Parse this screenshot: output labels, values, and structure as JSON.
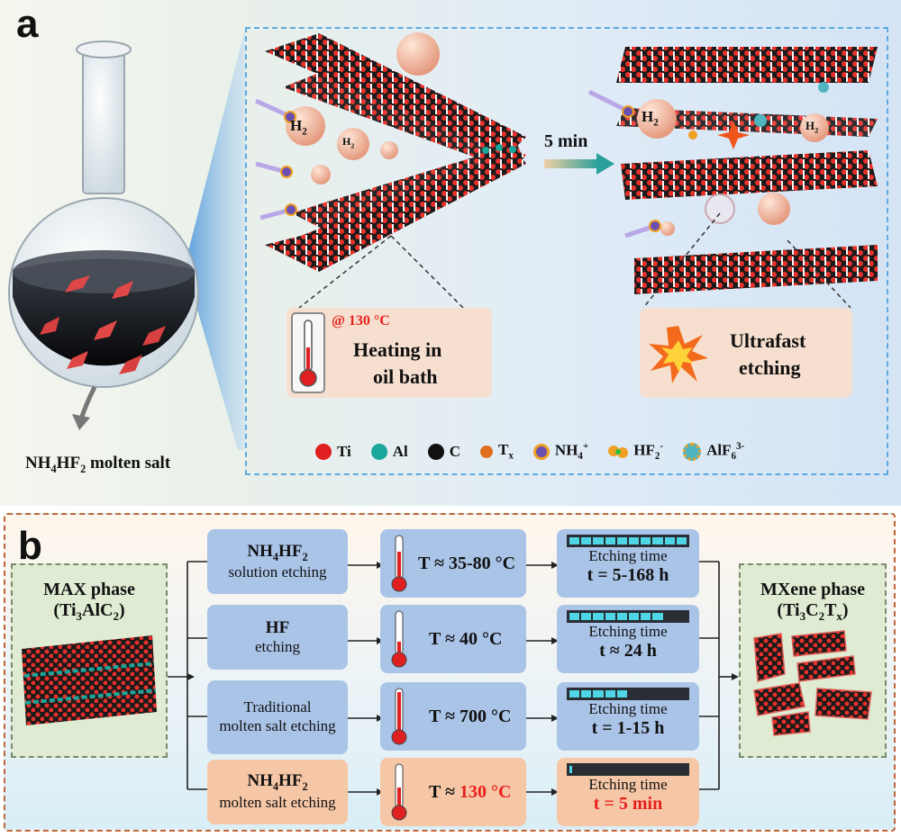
{
  "panel_a": {
    "label": "a",
    "flask_caption": "NH4HF2 molten salt",
    "arrow_label": "5 min",
    "h2_label": "H2",
    "heating": {
      "temp": "@ 130 °C",
      "line1": "Heating in",
      "line2": "oil bath"
    },
    "etching": {
      "line1": "Ultrafast",
      "line2": "etching"
    },
    "legend": [
      {
        "label": "Ti",
        "color": "#e02020"
      },
      {
        "label": "Al",
        "color": "#1aa69a"
      },
      {
        "label": "C",
        "color": "#111111"
      },
      {
        "label": "Tx",
        "color": "#e07020"
      },
      {
        "label": "NH4+",
        "color": "#6a4fb0"
      },
      {
        "label": "HF2-",
        "color": "#f0a020"
      },
      {
        "label": "AlF63-",
        "color": "#4fb5c0"
      }
    ]
  },
  "panel_b": {
    "label": "b",
    "max_phase": {
      "title": "MAX phase",
      "formula": "(Ti3AlC2)"
    },
    "mxene_phase": {
      "title": "MXene phase",
      "formula": "(Ti3C2Tx)"
    },
    "etching_label": "Etching time",
    "rows": [
      {
        "method_top": "NH4HF2",
        "method_bottom": "solution etching",
        "temp": "T ≈ 35-80 °C",
        "time": "t = 5-168 h",
        "progress": 1.0,
        "highlight": false
      },
      {
        "method_top": "HF",
        "method_bottom": "etching",
        "temp": "T ≈ 40 °C",
        "time": "t ≈ 24 h",
        "progress": 0.8,
        "highlight": false
      },
      {
        "method_top": "Traditional",
        "method_bottom": "molten salt etching",
        "temp": "T ≈ 700 °C",
        "time": "t = 1-15 h",
        "progress": 0.45,
        "highlight": false
      },
      {
        "method_top": "NH4HF2",
        "method_bottom": "molten salt etching",
        "temp_prefix": "T ≈ ",
        "temp_value": "130 °C",
        "time": "t = 5 min",
        "progress": 0.0,
        "highlight": true
      }
    ]
  },
  "colors": {
    "highlight_red": "#e8201c",
    "box_blue": "#aac4e8",
    "box_orange": "#f6c7a6",
    "progress_cyan": "#4fd6e6",
    "progress_dark": "#2a2d33"
  }
}
